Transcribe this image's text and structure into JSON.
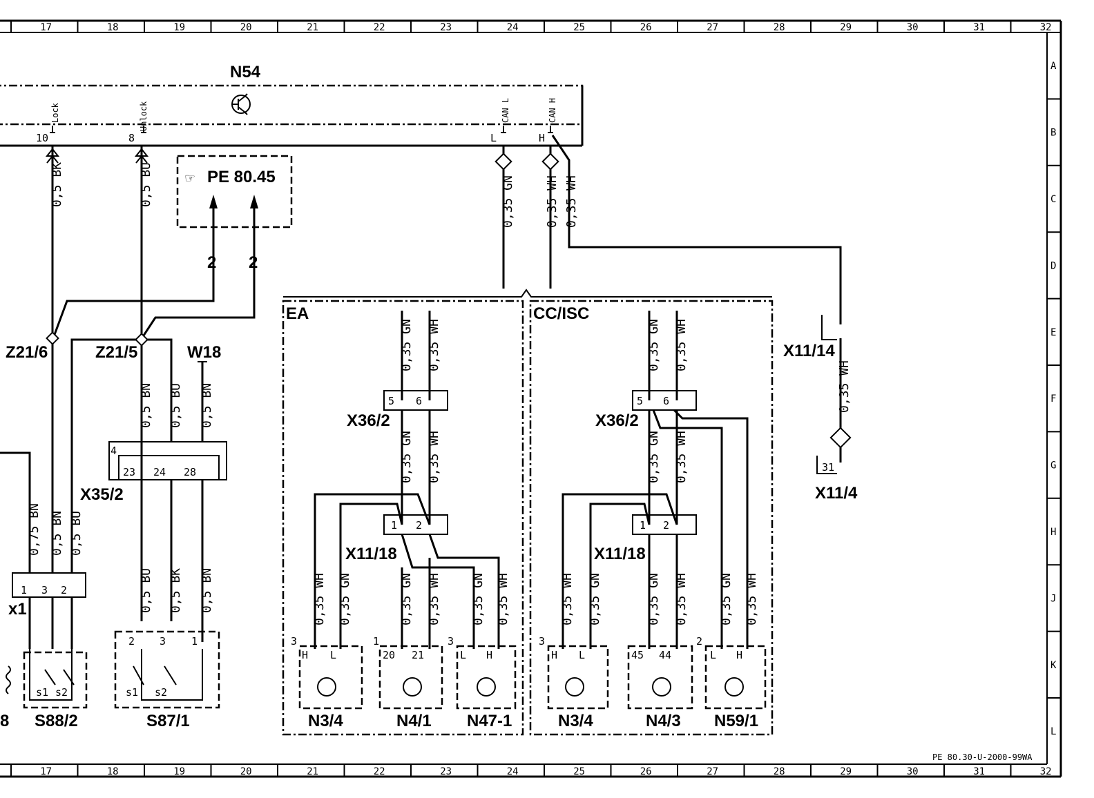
{
  "sheet": {
    "doc_ref": "PE 80.30-U-2000-99WA",
    "columns": [
      "17",
      "18",
      "19",
      "20",
      "21",
      "22",
      "23",
      "24",
      "25",
      "26",
      "27",
      "28",
      "29",
      "30",
      "31",
      "32"
    ],
    "rows": [
      "A",
      "B",
      "C",
      "D",
      "E",
      "F",
      "G",
      "H",
      "J",
      "K",
      "L"
    ]
  },
  "components": {
    "n54": "N54",
    "z21_6": "Z21/6",
    "z21_5": "Z21/5",
    "w18": "W18",
    "x35_2": "X35/2",
    "x1": "x1",
    "s88_2": "S88/2",
    "s87_1": "S87/1",
    "ea_group": "EA",
    "cc_group": "CC/ISC",
    "x36_2_ea": "X36/2",
    "x36_2_cc": "X36/2",
    "x11_18_ea": "X11/18",
    "x11_18_cc": "X11/18",
    "n3_4_ea": "N3/4",
    "n4_1": "N4/1",
    "n47_1": "N47-1",
    "n3_4_cc": "N3/4",
    "n4_3": "N4/3",
    "n59_1": "N59/1",
    "x11_14": "X11/14",
    "x11_4": "X11/4",
    "partial_left": "8"
  },
  "reference": {
    "icon": "pointing-hand-icon",
    "text": "PE 80.45",
    "wire_count_1": "2",
    "wire_count_2": "2"
  },
  "n54_pins": {
    "lock": "Lock",
    "unlock": "Unlock",
    "can_l": "CAN L",
    "can_h": "CAN H",
    "pin10": "10",
    "pin8": "8",
    "pin_l": "L",
    "pin_h": "H"
  },
  "wires": {
    "lock_bk": "0,5 BK",
    "unlock_bu": "0,5 BU",
    "can_l_gn": "0,35 GN",
    "can_h_wh": "0,35 WH",
    "can_h_wh2": "0,35 WH",
    "x35_bn_a": "0,5 BN",
    "x35_bu": "0,5 BU",
    "w18_bn": "0,5 BN",
    "x1_075bn": "0,75 BN",
    "x1_bn": "0,5 BN",
    "x1_bu": "0,5 BU",
    "s87_bu": "0,5 BU",
    "s87_bk": "0,5 BK",
    "s87_bn": "0,5 BN",
    "ea_gn_top": "0,35 GN",
    "ea_wh_top": "0,35 WH",
    "ea_gn_mid": "0,35 GN",
    "ea_wh_mid": "0,35 WH",
    "ea_n34_wh": "0,35 WH",
    "ea_n34_gn": "0,35 GN",
    "ea_n41_gn": "0,35 GN",
    "ea_n41_wh": "0,35 WH",
    "ea_n47_gn": "0,35 GN",
    "ea_n47_wh": "0,35 WH",
    "cc_gn_top": "0,35 GN",
    "cc_wh_top": "0,35 WH",
    "cc_gn_mid": "0,35 GN",
    "cc_wh_mid": "0,35 WH",
    "cc_n34_wh": "0,35 WH",
    "cc_n34_gn": "0,35 GN",
    "cc_n43_gn": "0,35 GN",
    "cc_n43_wh": "0,35 WH",
    "cc_n59_gn": "0,35 GN",
    "cc_n59_wh": "0,35 WH",
    "x11_14_wh": "0,35 WH"
  },
  "pins": {
    "x35_4": "4",
    "x35_23": "23",
    "x35_24": "24",
    "x35_28": "28",
    "x1_1": "1",
    "x1_3": "3",
    "x1_2": "2",
    "s88_s1": "s1",
    "s88_s2": "s2",
    "s87_2": "2",
    "s87_3": "3",
    "s87_1": "1",
    "s87_s1": "s1",
    "s87_s2": "s2",
    "x36_5a": "5",
    "x36_6a": "6",
    "x36_5b": "5",
    "x36_6b": "6",
    "x11_1a": "1",
    "x11_2a": "2",
    "x11_1b": "1",
    "x11_2b": "2",
    "ea_n34_3": "3",
    "ea_n34_h": "H",
    "ea_n34_l": "L",
    "n41_1": "1",
    "n41_20": "20",
    "n41_21": "21",
    "n47_3": "3",
    "n47_l": "L",
    "n47_h": "H",
    "cc_n34_3": "3",
    "cc_n34_h": "H",
    "cc_n34_l": "L",
    "n43_45": "45",
    "n43_44": "44",
    "n59_2": "2",
    "n59_l": "L",
    "n59_h": "H",
    "x11_4_31": "31"
  }
}
